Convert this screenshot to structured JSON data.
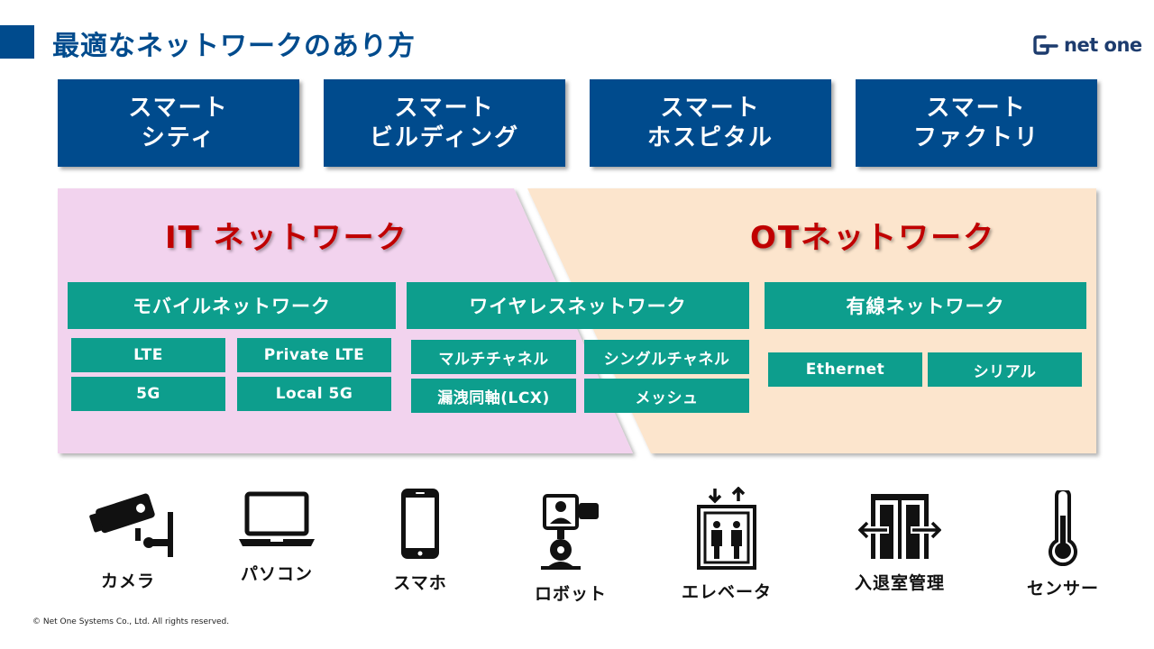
{
  "title": "最適なネットワークのあり方",
  "logo": {
    "text": "net one"
  },
  "smart_boxes": [
    {
      "line1": "スマート",
      "line2": "シティ"
    },
    {
      "line1": "スマート",
      "line2": "ビルディング"
    },
    {
      "line1": "スマート",
      "line2": "ホスピタル"
    },
    {
      "line1": "スマート",
      "line2": "ファクトリ"
    }
  ],
  "it_network": {
    "title": "IT ネットワーク",
    "mobile": {
      "label": "モバイルネットワーク",
      "items": [
        "LTE",
        "Private LTE",
        "5G",
        "Local 5G"
      ]
    }
  },
  "wireless": {
    "label": "ワイヤレスネットワーク",
    "items": [
      "マルチチャネル",
      "シングルチャネル",
      "漏洩同軸(LCX)",
      "メッシュ"
    ]
  },
  "ot_network": {
    "title": "OTネットワーク",
    "wired": {
      "label": "有線ネットワーク",
      "items": [
        "Ethernet",
        "シリアル"
      ]
    }
  },
  "devices": [
    {
      "label": "カメラ",
      "icon": "security-camera-icon"
    },
    {
      "label": "パソコン",
      "icon": "laptop-icon"
    },
    {
      "label": "スマホ",
      "icon": "smartphone-icon"
    },
    {
      "label": "ロボット",
      "icon": "robot-icon"
    },
    {
      "label": "エレベータ",
      "icon": "elevator-icon"
    },
    {
      "label": "入退室管理",
      "icon": "door-access-icon"
    },
    {
      "label": "センサー",
      "icon": "thermometer-icon"
    }
  ],
  "copyright": "© Net One Systems Co., Ltd. All rights reserved.",
  "colors": {
    "navy": "#004b8d",
    "teal": "#0d9e8d",
    "red": "#c00000",
    "it_bg": "#f2d3ee",
    "ot_bg": "#fce5cd"
  }
}
